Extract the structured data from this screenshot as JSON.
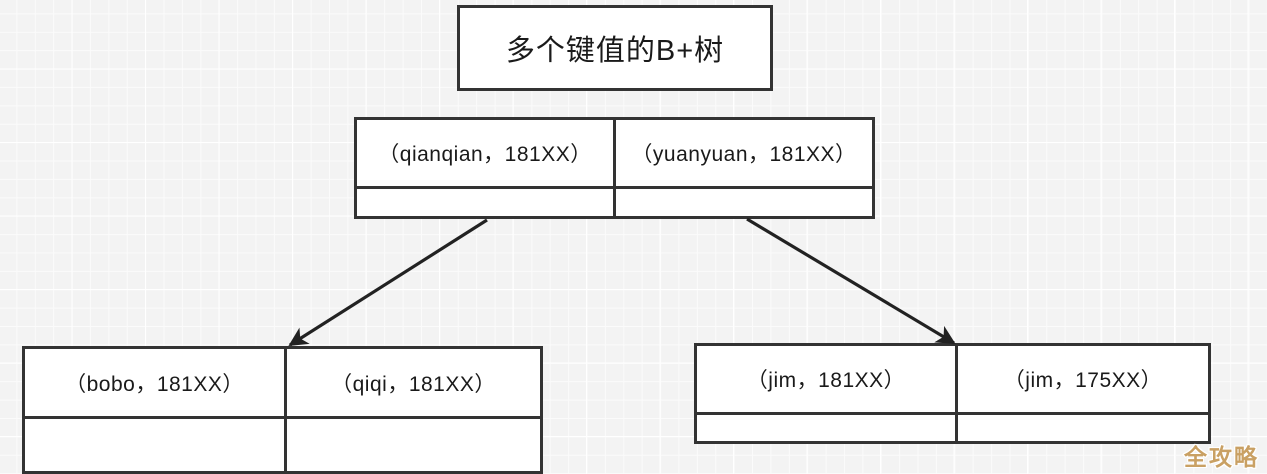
{
  "diagram": {
    "title": "多个键值的B+树",
    "type": "b-plus-tree",
    "nodes": {
      "root": {
        "name": "root-node",
        "keys": [
          "（qianqian，181XX）",
          "（yuanyuan，181XX）"
        ],
        "pointers": [
          "",
          ""
        ]
      },
      "leaf_left": {
        "name": "leaf-node-left",
        "keys": [
          "（bobo，181XX）",
          "（qiqi，181XX）"
        ],
        "pointers": [
          "",
          ""
        ]
      },
      "leaf_right": {
        "name": "leaf-node-right",
        "keys": [
          "（jim，181XX）",
          "（jim，175XX）"
        ],
        "pointers": [
          "",
          ""
        ]
      }
    },
    "edges": [
      {
        "name": "edge-root-to-left-leaf",
        "from": "root.cell-0",
        "to": "leaf_left.divider"
      },
      {
        "name": "edge-root-to-right-leaf",
        "from": "root.cell-1",
        "to": "leaf_right.divider"
      }
    ],
    "colors": {
      "stroke": "#333333",
      "fill": "#ffffff",
      "text": "#1a1a1a",
      "background": "#f3f3f3",
      "grid": "#ffffff",
      "watermark": "#c9a063"
    }
  },
  "watermark": {
    "text": "全攻略"
  }
}
